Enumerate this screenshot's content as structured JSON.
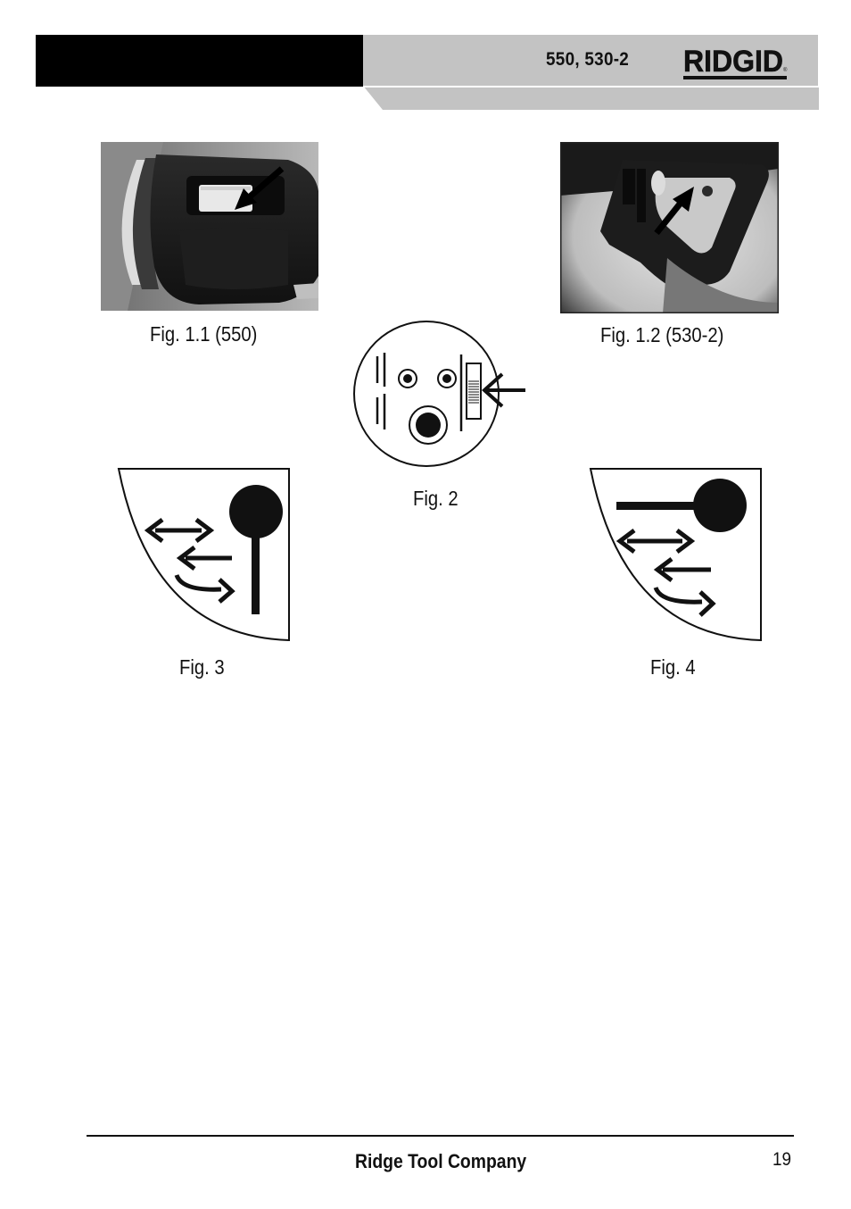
{
  "header": {
    "model": "550, 530-2",
    "brand": "RIDGID"
  },
  "figures": {
    "fig1_1": "Fig. 1.1 (550)",
    "fig1_2": "Fig. 1.2 (530-2)",
    "fig2": "Fig. 2",
    "fig3": "Fig. 3",
    "fig4": "Fig. 4"
  },
  "footer": {
    "company": "Ridge Tool Company",
    "page": "19"
  }
}
